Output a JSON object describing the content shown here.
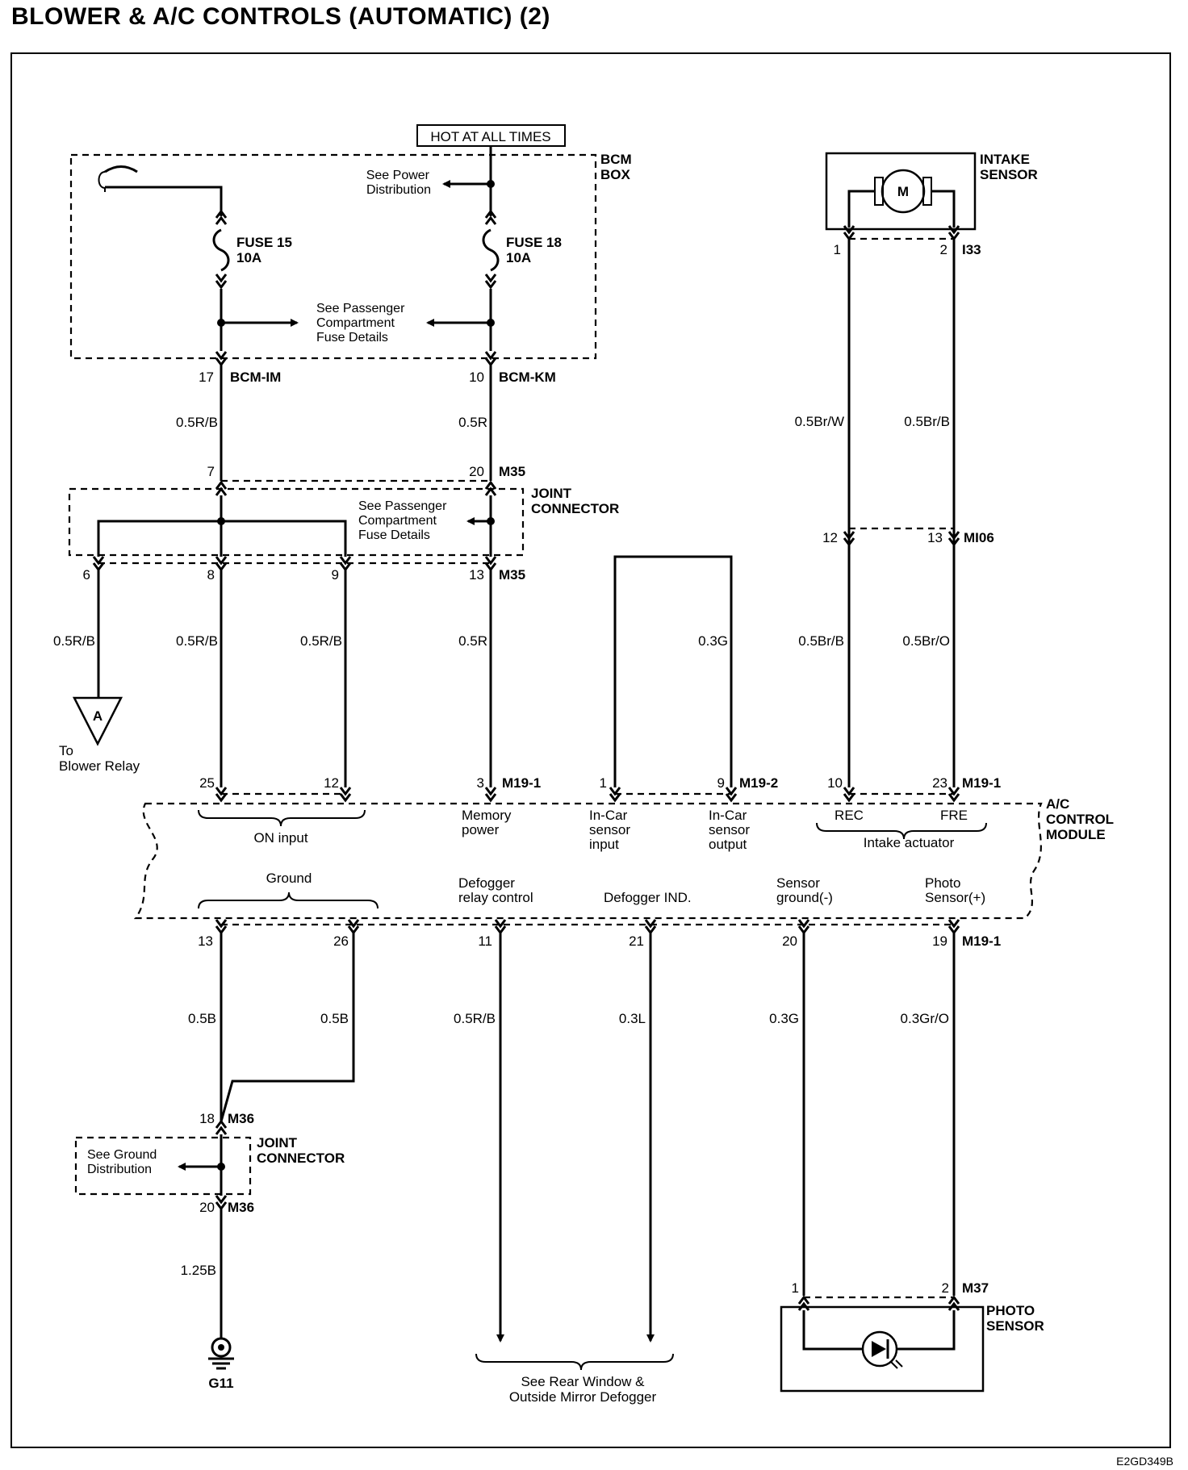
{
  "title": "BLOWER & A/C CONTROLS (AUTOMATIC) (2)",
  "figure_code": "E2GD349B",
  "power_label": "HOT AT ALL TIMES",
  "bcm_box": {
    "label_line1": "BCM",
    "label_line2": "BOX",
    "fuse15_line1": "FUSE 15",
    "fuse15_line2": "10A",
    "fuse18_line1": "FUSE 18",
    "fuse18_line2": "10A",
    "see_power_line1": "See Power",
    "see_power_line2": "Distribution",
    "see_pass_line1": "See Passenger",
    "see_pass_line2": "Compartment",
    "see_pass_line3": "Fuse Details",
    "pin_im": "17",
    "conn_im": "BCM-IM",
    "pin_km": "10",
    "conn_km": "BCM-KM"
  },
  "joint_connector_m35": {
    "label_line1": "JOINT",
    "label_line2": "CONNECTOR",
    "see_pass_line1": "See Passenger",
    "see_pass_line2": "Compartment",
    "see_pass_line3": "Fuse Details",
    "pin_in1": "7",
    "pin_in2": "20",
    "conn_top": "M35",
    "pin_out6": "6",
    "pin_out8": "8",
    "pin_out9": "9",
    "pin_out13": "13",
    "conn_bottom": "M35"
  },
  "wires": {
    "w_im": "0.5R/B",
    "w_km": "0.5R",
    "w6": "0.5R/B",
    "w8": "0.5R/B",
    "w9": "0.5R/B",
    "w13": "0.5R",
    "w_incar": "0.3G",
    "w_intake1": "0.5Br/W",
    "w_intake2": "0.5Br/B",
    "w_mi06_12": "0.5Br/B",
    "w_mi06_13": "0.5Br/O",
    "w_gnd13": "0.5B",
    "w_gnd26": "0.5B",
    "w_def_relay": "0.5R/B",
    "w_def_ind": "0.3L",
    "w_sensor_gnd": "0.3G",
    "w_photo": "0.3Gr/O",
    "w_ground_main": "1.25B"
  },
  "blower_ref": {
    "symbol": "A",
    "line1": "To",
    "line2": "Blower Relay"
  },
  "intake_sensor": {
    "label_line1": "INTAKE",
    "label_line2": "SENSOR",
    "motor": "M",
    "pin1": "1",
    "pin2": "2",
    "conn": "I33"
  },
  "mi06": {
    "pin12": "12",
    "pin13": "13",
    "conn": "MI06"
  },
  "ac_module": {
    "label_line1": "A/C",
    "label_line2": "CONTROL",
    "label_line3": "MODULE",
    "top_pins": {
      "p25": "25",
      "p12": "12",
      "p3": "3",
      "conn_m19_1": "M19-1",
      "p1": "1",
      "p9": "9",
      "conn_m19_2": "M19-2",
      "p10": "10",
      "p23": "23",
      "conn_m19_1b": "M19-1"
    },
    "on_input": "ON input",
    "memory_line1": "Memory",
    "memory_line2": "power",
    "incar_in_line1": "In-Car",
    "incar_in_line2": "sensor",
    "incar_in_line3": "input",
    "incar_out_line1": "In-Car",
    "incar_out_line2": "sensor",
    "incar_out_line3": "output",
    "rec": "REC",
    "fre": "FRE",
    "intake_actuator": "Intake actuator",
    "ground": "Ground",
    "def_relay_line1": "Defogger",
    "def_relay_line2": "relay control",
    "def_ind": "Defogger IND.",
    "sensor_gnd_line1": "Sensor",
    "sensor_gnd_line2": "ground(-)",
    "photo_line1": "Photo",
    "photo_line2": "Sensor(+)",
    "bottom_pins": {
      "p13": "13",
      "p26": "26",
      "p11": "11",
      "p21": "21",
      "p20": "20",
      "p19": "19",
      "conn": "M19-1"
    }
  },
  "joint_connector_m36": {
    "label_line1": "JOINT",
    "label_line2": "CONNECTOR",
    "see_ground_line1": "See Ground",
    "see_ground_line2": "Distribution",
    "pin18": "18",
    "pin20": "20",
    "conn": "M36"
  },
  "ground_g11": "G11",
  "defogger_ref_line1": "See Rear Window &",
  "defogger_ref_line2": "Outside Mirror Defogger",
  "photo_sensor": {
    "label_line1": "PHOTO",
    "label_line2": "SENSOR",
    "pin1": "1",
    "pin2": "2",
    "conn": "M37"
  }
}
